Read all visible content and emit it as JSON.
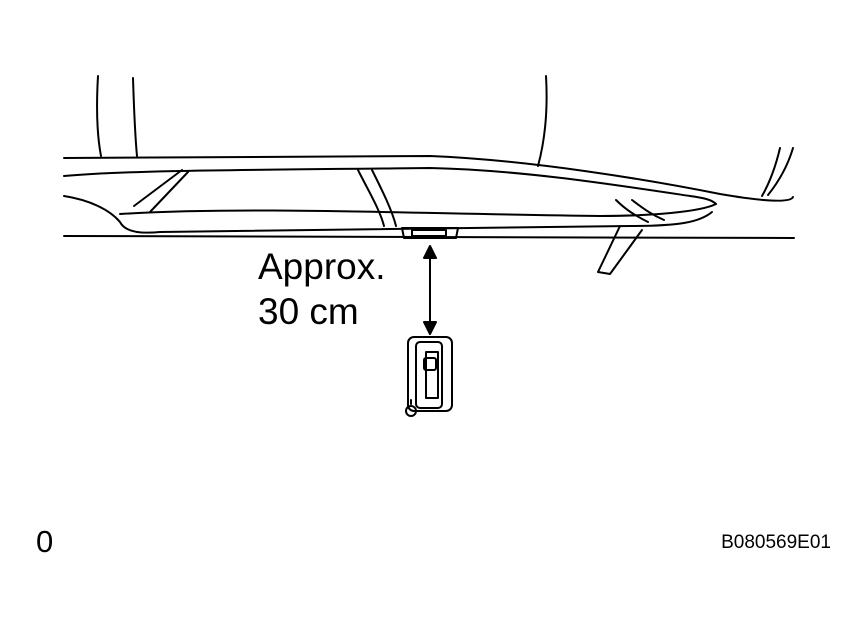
{
  "figure": {
    "distance_line1": "Approx.",
    "distance_line2": "30 cm",
    "marker": "0",
    "code": "B080569E01"
  },
  "colors": {
    "line": "#000000",
    "background": "#ffffff"
  },
  "icons": [
    "seat-and-floor-outline",
    "key-fob-icon",
    "double-headed-arrow"
  ]
}
